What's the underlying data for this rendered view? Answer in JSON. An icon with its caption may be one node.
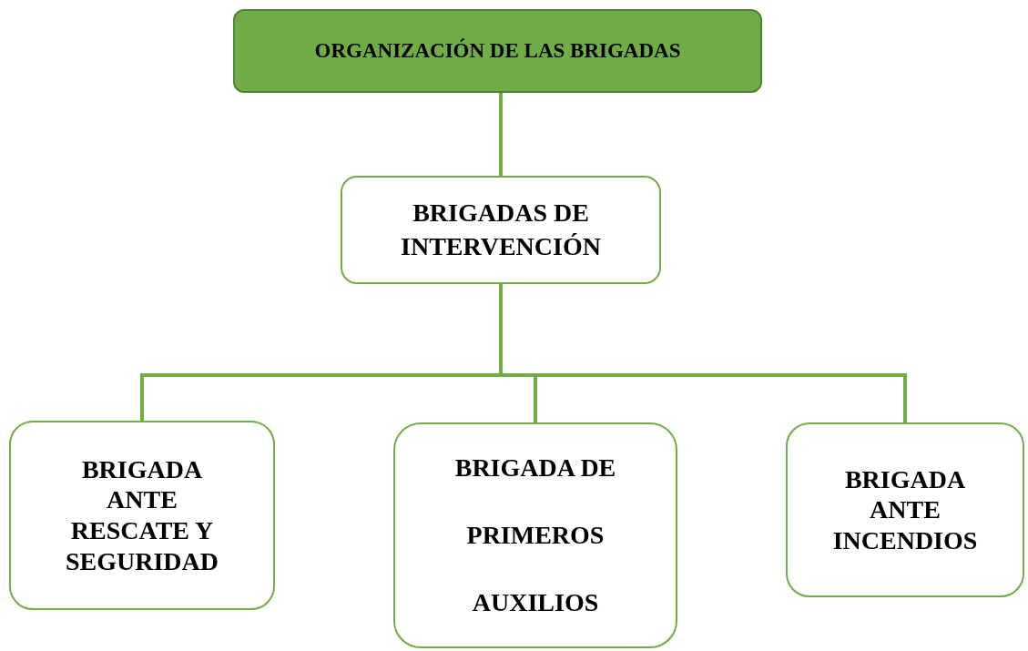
{
  "diagram": {
    "nodes": [
      {
        "text": [
          "ORGANIZACIÓN DE LAS BRIGADAS"
        ]
      },
      {
        "text": [
          "BRIGADAS DE INTERVENCIÓN"
        ]
      },
      {
        "text": [
          "BRIGADA ANTE RESCATE Y SEGURIDAD"
        ]
      },
      {
        "text": [
          "BRIGADA DE PRIMEROS AUXILIOS"
        ]
      },
      {
        "text": [
          "BRIGADA ANTE INCENDIOS"
        ]
      }
    ],
    "edges": [
      {
        "from": 0,
        "to": 1,
        "arrow": "none"
      },
      {
        "from": 1,
        "to": 2,
        "arrow": "none"
      },
      {
        "from": 1,
        "to": 3,
        "arrow": "none"
      },
      {
        "from": 1,
        "to": 4,
        "arrow": "none"
      }
    ]
  }
}
